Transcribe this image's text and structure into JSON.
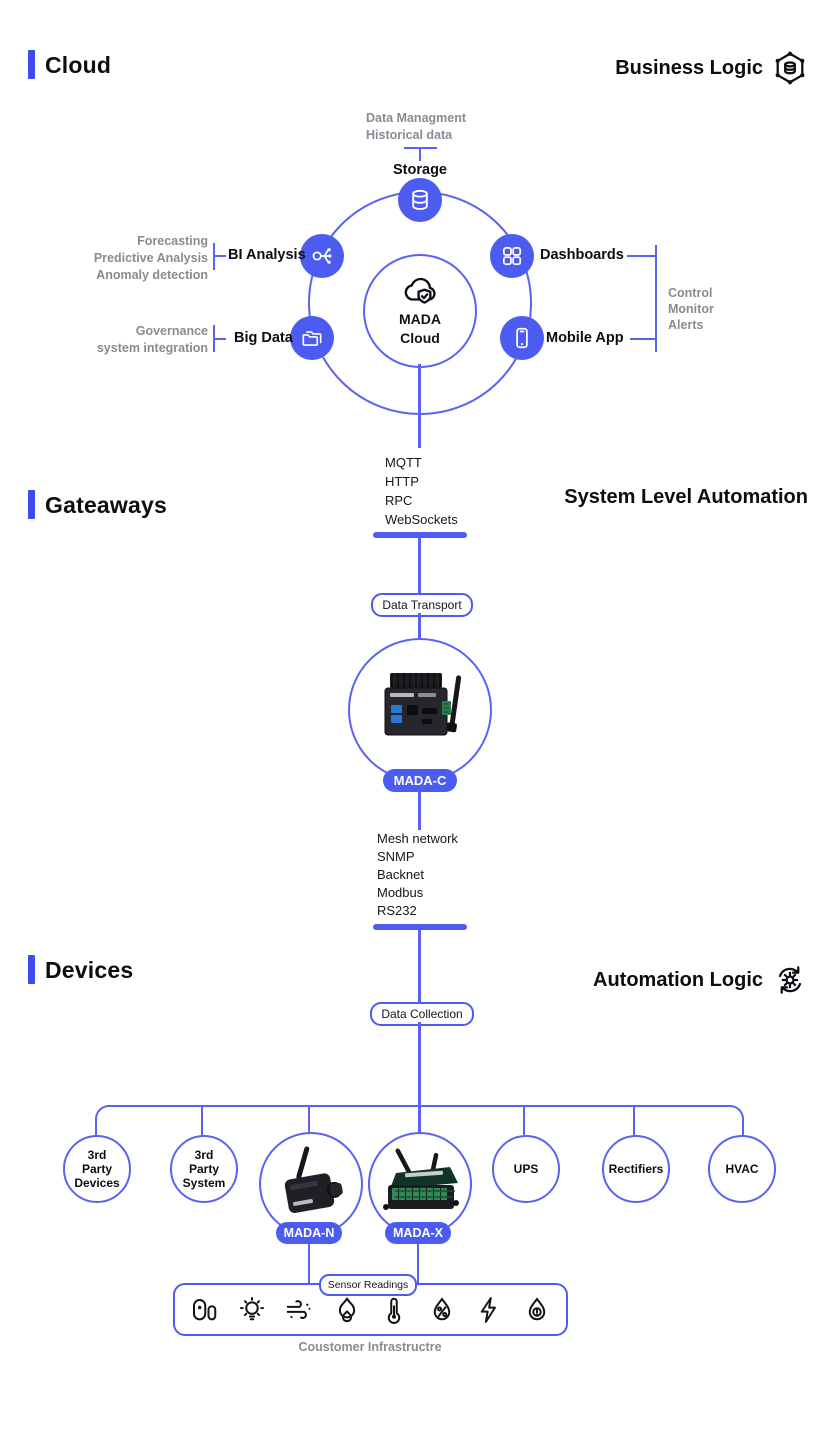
{
  "colors": {
    "line_blue": "#5a62f2",
    "fill_blue": "#4d5cf0",
    "section_bar_blue": "#3c4cf1",
    "gray_text": "#8b8a94"
  },
  "header": {
    "cloud": {
      "title": "Cloud",
      "logic_label": "Business Logic"
    },
    "gateways": {
      "title": "Gateaways",
      "logic_label": "System Level Automation"
    },
    "devices": {
      "title": "Devices",
      "logic_label": "Automation Logic"
    }
  },
  "cloud_hub": {
    "top_note": "Data Managment\nHistorical data",
    "storage_label": "Storage",
    "center_label": "MADA\nCloud",
    "bi": {
      "label": "BI Analysis",
      "notes": "Forecasting\nPredictive Analysis\nAnomaly detection"
    },
    "big_data": {
      "label": "Big Data",
      "notes": "Governance\nsystem integration"
    },
    "dashboards": {
      "label": "Dashboards"
    },
    "mobile": {
      "label": "Mobile App"
    },
    "right_notes": "Control\nMonitor\nAlerts"
  },
  "cloud_protocols": [
    "MQTT",
    "HTTP",
    "RPC",
    "WebSockets"
  ],
  "transport_pill": "Data Transport",
  "gateway_label": "MADA-C",
  "gateway_protocols": [
    "Mesh network",
    "SNMP",
    "Backnet",
    "Modbus",
    "RS232"
  ],
  "collection_pill": "Data Collection",
  "device_circles": {
    "third_devices": "3rd\nParty\nDevices",
    "third_system": "3rd\nParty\nSystem",
    "ups": "UPS",
    "rectifiers": "Rectifiers",
    "hvac": "HVAC",
    "mada_n": "MADA-N",
    "mada_x": "MADA-X"
  },
  "sensor_pill": "Sensor Readings",
  "sensor_icons": [
    "door-contact",
    "light",
    "air-quality",
    "fire",
    "temperature",
    "humidity",
    "power",
    "water-leak"
  ],
  "customer_label": "Coustomer Infrastructre"
}
